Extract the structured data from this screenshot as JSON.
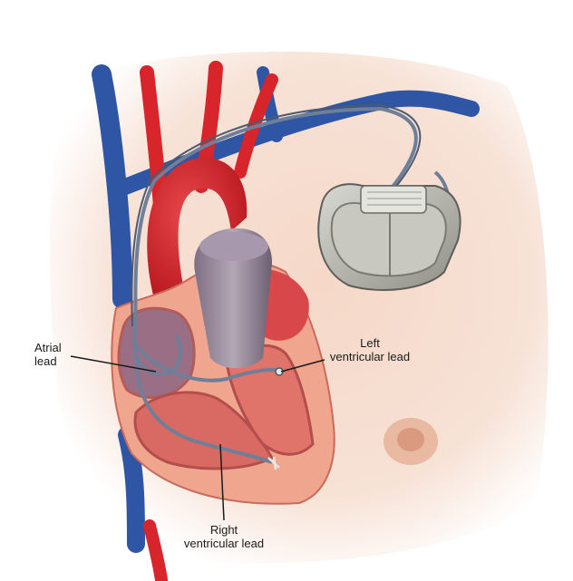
{
  "labels": {
    "atrial_lead": {
      "line1": "Atrial",
      "line2": "lead"
    },
    "left_ventricular_lead": {
      "line1": "Left",
      "line2": "ventricular lead"
    },
    "right_ventricular_lead": {
      "line1": "Right",
      "line2": "ventricular lead"
    }
  },
  "colors": {
    "skin": "#f3d6c8",
    "artery": "#d8252b",
    "vein": "#2f55a5",
    "heart_wall": "#f0a58f",
    "heart_interior": "#e06e66",
    "lead_wire": "#6f7f98",
    "device_metal": "#b9b9b2",
    "label_text": "#1a1a1a"
  }
}
